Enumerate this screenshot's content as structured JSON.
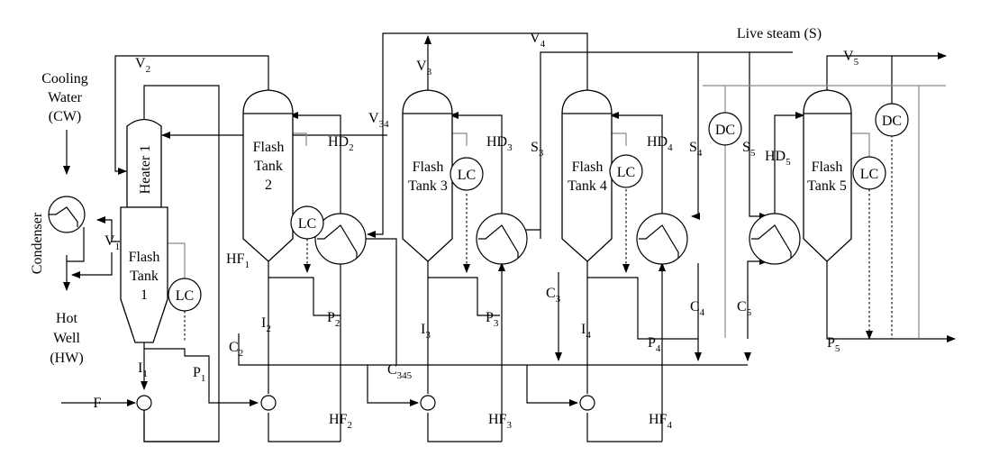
{
  "labels": {
    "cooling_water": [
      "Cooling",
      "Water",
      "(CW)"
    ],
    "condenser": "Condenser",
    "hot_well": [
      "Hot",
      "Well",
      "(HW)"
    ],
    "feed": "F",
    "heater1": "Heater 1",
    "tank1": [
      "Flash",
      "Tank",
      "1"
    ],
    "tank2": [
      "Flash",
      "Tank",
      "2"
    ],
    "tank3": [
      "Flash",
      "Tank 3"
    ],
    "tank4": [
      "Flash",
      "Tank 4"
    ],
    "tank5": [
      "Flash",
      "Tank 5"
    ],
    "live_steam": "Live steam (S)",
    "level_controller": "LC",
    "density_controller": "DC"
  },
  "streams": [
    {
      "key": "V1",
      "base": "V",
      "sub": "1"
    },
    {
      "key": "V2",
      "base": "V",
      "sub": "2"
    },
    {
      "key": "V3",
      "base": "V",
      "sub": "3"
    },
    {
      "key": "V4",
      "base": "V",
      "sub": "4"
    },
    {
      "key": "V5",
      "base": "V",
      "sub": "5"
    },
    {
      "key": "V34",
      "base": "V",
      "sub": "34"
    },
    {
      "key": "HF1",
      "base": "HF",
      "sub": "1"
    },
    {
      "key": "HF2",
      "base": "HF",
      "sub": "2"
    },
    {
      "key": "HF3",
      "base": "HF",
      "sub": "3"
    },
    {
      "key": "HF4",
      "base": "HF",
      "sub": "4"
    },
    {
      "key": "HD2",
      "base": "HD",
      "sub": "2"
    },
    {
      "key": "HD3",
      "base": "HD",
      "sub": "3"
    },
    {
      "key": "HD4",
      "base": "HD",
      "sub": "4"
    },
    {
      "key": "HD5",
      "base": "HD",
      "sub": "5"
    },
    {
      "key": "I1",
      "base": "I",
      "sub": "1"
    },
    {
      "key": "I2",
      "base": "I",
      "sub": "2"
    },
    {
      "key": "I3",
      "base": "I",
      "sub": "3"
    },
    {
      "key": "I4",
      "base": "I",
      "sub": "4"
    },
    {
      "key": "P1",
      "base": "P",
      "sub": "1"
    },
    {
      "key": "P2",
      "base": "P",
      "sub": "2"
    },
    {
      "key": "P3",
      "base": "P",
      "sub": "3"
    },
    {
      "key": "P4",
      "base": "P",
      "sub": "4"
    },
    {
      "key": "P5",
      "base": "P",
      "sub": "5"
    },
    {
      "key": "C2",
      "base": "C",
      "sub": "2"
    },
    {
      "key": "C3",
      "base": "C",
      "sub": "3"
    },
    {
      "key": "C4",
      "base": "C",
      "sub": "4"
    },
    {
      "key": "C5",
      "base": "C",
      "sub": "5"
    },
    {
      "key": "C345",
      "base": "C",
      "sub": "345"
    },
    {
      "key": "S3",
      "base": "S",
      "sub": "3"
    },
    {
      "key": "S4",
      "base": "S",
      "sub": "4"
    },
    {
      "key": "S5",
      "base": "S",
      "sub": "5"
    }
  ]
}
